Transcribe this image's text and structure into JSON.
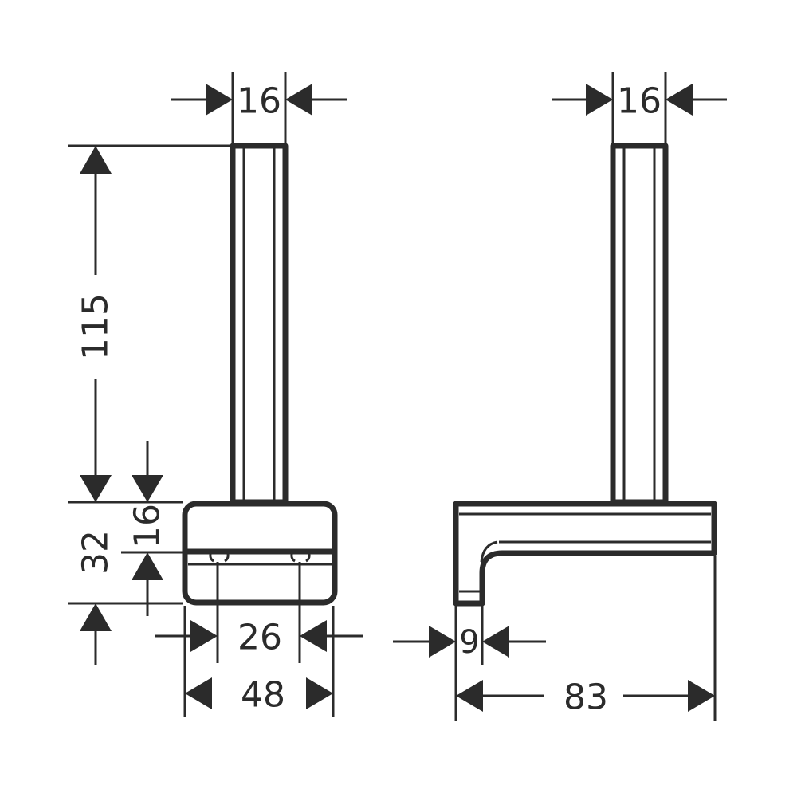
{
  "front_view": {
    "rod_width": "16",
    "rod_height": "115",
    "base_height": "32",
    "base_half_height": "16",
    "hole_spacing": "26",
    "base_width": "48"
  },
  "side_view": {
    "rod_width": "16",
    "leg_thickness": "9",
    "depth": "83"
  }
}
